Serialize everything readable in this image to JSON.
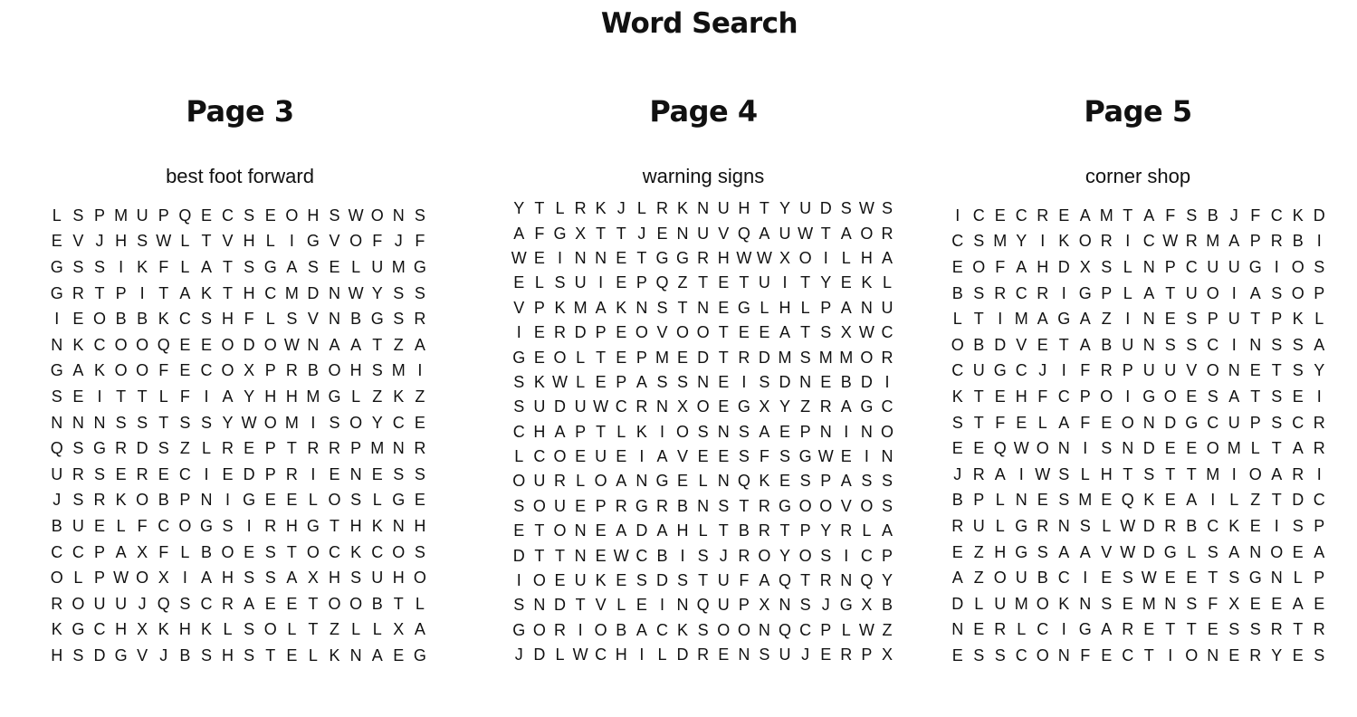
{
  "title": "Word Search",
  "pages": [
    {
      "heading": "Page 3",
      "subtitle": "best foot forward",
      "rows": [
        "LSPMUPQECSEOHSWONS",
        "EVJHSWLTVHLIGVOFJF",
        "GSSIKFLATSGASELUMG",
        "GRTPITAKTHCMDNWYSS",
        "IEOBBKCSHFLSVNBGSR",
        "NKCOOQEEODOWNAATZA",
        "GAKOOFECOXPRBOHSMI",
        "SEITTLFIAYHHMGLZKZ",
        "NNNSSTSSYWOMISOYCE",
        "QSGRDSZLREPTRRPMNR",
        "URSERECIEDPRIENESS",
        "JSRKOBPNIGEELOSLGE",
        "BUELFCOGSIRHGTHKNH",
        "CCPAXFLBOESTOCKCOS",
        "OLPWOXIAHSSAXHSUHO",
        "ROUUJQSCRAEETOOBTL",
        "KGCHXKHKLSOLTZLLXA",
        "HSDGVJBSHSTELKNAEG"
      ]
    },
    {
      "heading": "Page 4",
      "subtitle": "warning signs",
      "rows": [
        "YTLRKJLRKNUHTYUDSWS",
        "AFGXTTJENUVQAUWTAOR",
        "WEINNETGGRHWWXOILHA",
        "ELSUIEPQZTETUITYEKL",
        "VPKMAKNSTNEGLHLPANU",
        "IERDPEOVOOTEEATSXWC",
        "GEOLTEPMEDTRDMSMMOR",
        "SKWLEPASSNEISDNEBDI",
        "SUDUWCRNXOEGXYZRAGC",
        "CHAPTLKIOSNSAEPNINO",
        "LCOEUEIAVEESFSGWEIN",
        "OURLOANGELNQKESPASS",
        "SOUEPRGRBNSTRGOOVOS",
        "ETONEADAHLTBRTPYRLA",
        "DTTNEWCBISJROYOSICP",
        "IOEUKESDSTUFAQTRNQY",
        "SNDTVLEINQUPXNSJGXB",
        "GORIOBACKSOONQCPLWZ",
        "JDLWCHILDRENSUJERPX"
      ]
    },
    {
      "heading": "Page 5",
      "subtitle": "corner shop",
      "rows": [
        "ICECREAMTAFSBJFCKD",
        "CSMYIKORICWRMAPRBI",
        "EOFAHDXSLNPCUUGIOS",
        "BSRCRIGPLATUOIASOP",
        "LTIMAGAZINESPUTPKL",
        "OBDVETABUNSSCINSSA",
        "CUGCJIFRPUUVONETSY",
        "KTEHFCPOIGOESATSEI",
        "STFELAFEONDGCUPSCR",
        "EEQWONISNDEEOMLTAR",
        "JRAIWSLHTSTTMIOARI",
        "BPLNESMEQKEAILZTDC",
        "RULGRNSLWDRBCKEISP",
        "EZHGSAAVWDGLSANOEA",
        "AZOUBCIESWEETSGNLP",
        "DLUMOKNSEMNSFXEEAE",
        "NERLCIGARETTESSRTR",
        "ESSCONFECTIONERYES"
      ]
    }
  ]
}
